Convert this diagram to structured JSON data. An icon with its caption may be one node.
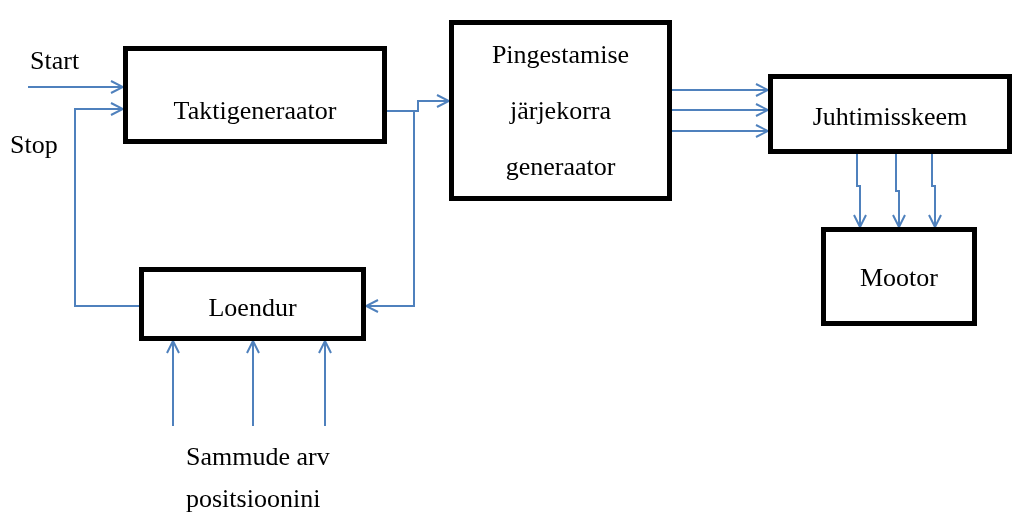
{
  "diagram": {
    "nodes": [
      {
        "text": [
          "Taktigeneraator"
        ]
      },
      {
        "text": [
          "Pingestamise järjekorra generaator"
        ]
      },
      {
        "text": [
          "Juhtimisskeem"
        ]
      },
      {
        "text": [
          "Mootor"
        ]
      },
      {
        "text": [
          "Loendur"
        ]
      },
      {
        "text": [
          "Sammude arv positsioonini"
        ]
      }
    ],
    "edges": [
      {
        "from": null,
        "to": 0,
        "arrow": "to",
        "label": "Start"
      },
      {
        "from": 4,
        "to": 0,
        "arrow": "to",
        "label": "Stop"
      },
      {
        "from": 0,
        "to": 1,
        "arrow": "to"
      },
      {
        "from": 0,
        "to": 4,
        "arrow": "to"
      },
      {
        "from": 1,
        "to": 2,
        "arrow": "to"
      },
      {
        "from": 1,
        "to": 2,
        "arrow": "to"
      },
      {
        "from": 1,
        "to": 2,
        "arrow": "to"
      },
      {
        "from": 2,
        "to": 3,
        "arrow": "to"
      },
      {
        "from": 2,
        "to": 3,
        "arrow": "to"
      },
      {
        "from": 2,
        "to": 3,
        "arrow": "to"
      },
      {
        "from": 5,
        "to": 4,
        "arrow": "to"
      },
      {
        "from": 5,
        "to": 4,
        "arrow": "to"
      },
      {
        "from": 5,
        "to": 4,
        "arrow": "to"
      }
    ]
  }
}
